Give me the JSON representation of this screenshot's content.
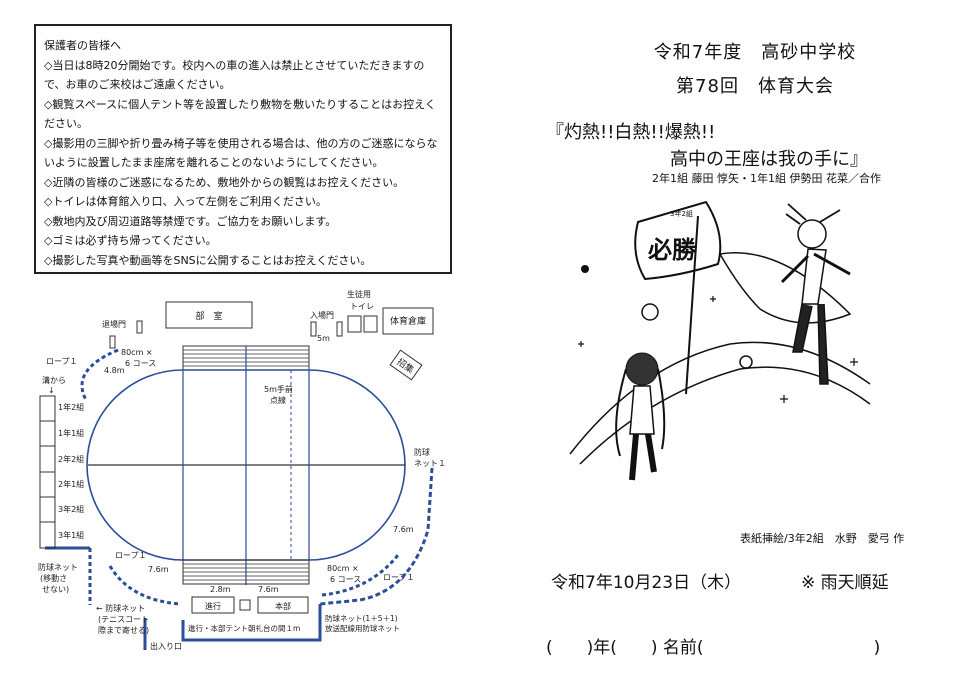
{
  "notice": {
    "lines": [
      "保護者の皆様へ",
      "◇当日は8時20分開始です。校内への車の進入は禁止とさせていただきま",
      "すので、お車のご来校はご遠慮ください。",
      "◇観覧スペースに個人テント等を設置したり敷物を敷いたりすることはお控え",
      "ください。",
      "◇撮影用の三脚や折り畳み椅子等を使用される場合は、他の方のご迷惑に",
      "ならないように設置したまま座席を離れることのないようにしてください。",
      "◇近隣の皆様のご迷惑になるため、敷地外からの観覧はお控えください。",
      "◇トイレは体育館入り口、入って左側をご利用ください。",
      "◇敷地内及び周辺道路等禁煙です。ご協力をお願いします。",
      "◇ゴミは必ず持ち帰ってください。",
      "◇撮影した写真や動画等をSNSに公開することはお控えください。"
    ]
  },
  "map": {
    "clubroom": "部　室",
    "exit_gate": "退場門",
    "entry_gate": "入場門",
    "student_toilet_1": "生徒用",
    "student_toilet_2": "トイレ",
    "gym_storage": "体育倉庫",
    "podium": "招集",
    "lanes_top_1": "80cm ×",
    "lanes_top_2": "6 コース",
    "dist_48": "4.8m",
    "dist_5m": "5m",
    "rope1_top": "ロープ１",
    "from_groove_1": "溝から",
    "from_groove_2": "↓",
    "seats": [
      "1年2組",
      "1年1組",
      "2年2組",
      "2年1組",
      "3年2組",
      "3年1組"
    ],
    "dotted_line_1": "5m手前",
    "dotted_line_2": "点線",
    "net1_1": "防球",
    "net1_2": "ネット１",
    "dist_76_right": "7.6m",
    "rope1_right": "ロープ１",
    "lanes_bot_1": "80cm ×",
    "lanes_bot_2": "6 コース",
    "rope1_left": "ロープ１",
    "dist_76_left": "7.6m",
    "dist_28": "2.8m",
    "dist_76_bottom": "7.6m",
    "progress_tent": "進行",
    "hq_tent": "本部",
    "net_left_1": "防球ネット",
    "net_left_2": "(移動さ",
    "net_left_3": "せない)",
    "net_tennis_1": "← 防球ネット",
    "net_tennis_2": "(テニスコート",
    "net_tennis_3": "際まで寄せる)",
    "tent_note": "進行・本部テント朝礼台の間１m",
    "net_bottom_1": "防球ネット(1＋5＋1)",
    "net_bottom_2": "放送配線用防球ネット",
    "entrance": "出入り口"
  },
  "header": {
    "school": "令和7年度　高砂中学校",
    "event": "第78回　体育大会"
  },
  "slogan": {
    "line1": "『灼熱!!白熱!!爆熱!!",
    "line2": "高中の王座は我の手に』",
    "authors": "2年1組 藤田 惇矢・1年1組 伊勢田 花菜／合作"
  },
  "illustration": {
    "flag_text": "必勝",
    "flag_small": "3年2組",
    "credit": "表紙挿絵/3年2組　水野　愛弓 作"
  },
  "date": {
    "text": "令和7年10月23日（木）",
    "rain": "※ 雨天順延"
  },
  "namefield": {
    "text": "(　　)年(　　) 名前(　　　　　　　　　　)"
  }
}
